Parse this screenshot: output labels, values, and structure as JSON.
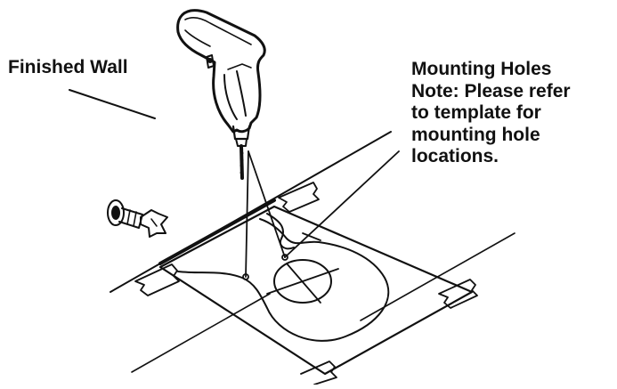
{
  "labels": {
    "finished_wall": "Finished Wall",
    "mounting_holes": {
      "line1": "Mounting Holes",
      "line2": "Note: Please refer",
      "line3": "to template for",
      "line4": "mounting hole",
      "line5": "locations."
    }
  },
  "colors": {
    "ink": "#111111",
    "background": "#ffffff"
  },
  "icons": [
    "power-drill-icon",
    "wall-anchor-icon",
    "paper-template-icon",
    "masking-tape-icon"
  ]
}
